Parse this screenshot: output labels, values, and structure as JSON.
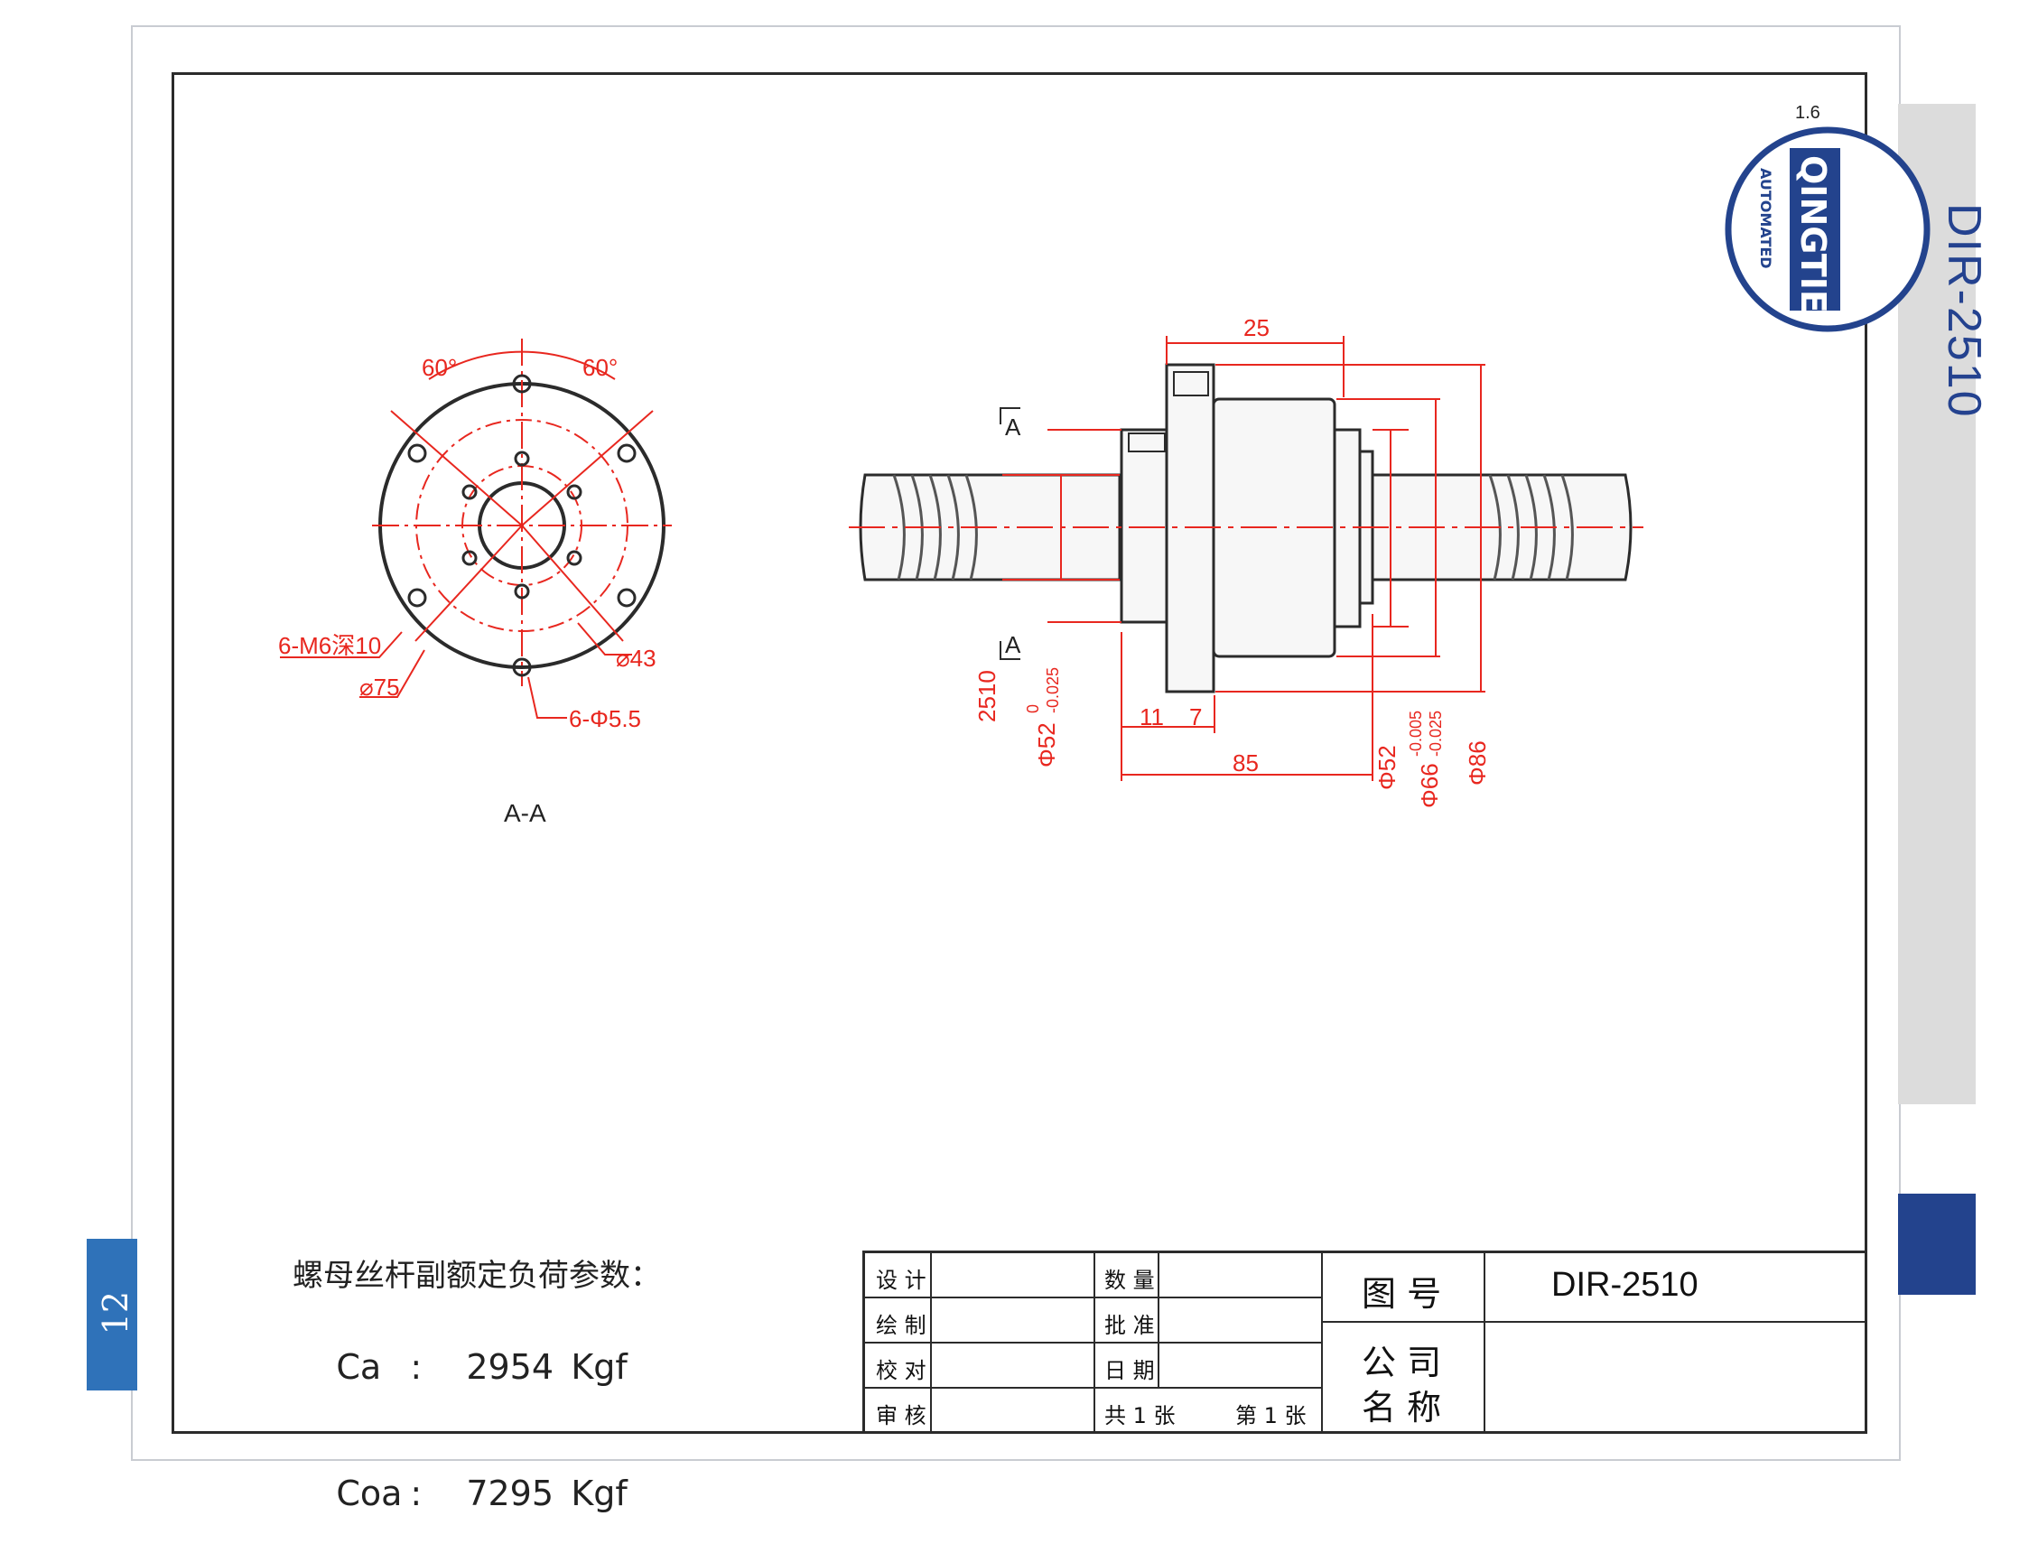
{
  "side_tab": {
    "title": "DIR-2510"
  },
  "page_number": "12",
  "logo": {
    "brand": "QINGTIE",
    "sub": "AUTOMATED"
  },
  "roughness_mark": "1.6",
  "section_view": {
    "caption": "A-A",
    "labels": {
      "angle_left": "60°",
      "angle_right": "60°",
      "tapped_holes": "6-M6深10",
      "pcd_outer": "⌀75",
      "pcd_inner": "⌀43",
      "through_holes": "6-Φ5.5"
    }
  },
  "side_view": {
    "section_marker": "A",
    "dims": {
      "flange_width": "25",
      "d_11": "11",
      "d_7": "7",
      "length": "85",
      "lead": "2510",
      "d_phi52_tol": "Φ52",
      "d_phi52_tol_upper": "0",
      "d_phi52_tol_lower": "-0.025",
      "d_phi52": "Φ52",
      "d_phi66": "Φ66",
      "d_phi66_upper": "-0.005",
      "d_phi66_lower": "-0.025",
      "d_phi86": "Φ86"
    }
  },
  "parameters": {
    "title": "螺母丝杆副额定负荷参数：",
    "rows": [
      {
        "name": "Ca",
        "sep": ":",
        "value": "2954",
        "unit": "Kgf"
      },
      {
        "name": "Coa",
        "sep": ":",
        "value": "7295",
        "unit": "Kgf"
      }
    ]
  },
  "title_block": {
    "design": "设 计",
    "draw": "绘 制",
    "check": "校 对",
    "review": "审 核",
    "quantity": "数 量",
    "approve": "批 准",
    "date": "日 期",
    "sheets_total": "共 1  张",
    "sheet_no": "第  1 张",
    "drawing_no_label": "图 号",
    "drawing_no": "DIR-2510",
    "company_label_1": "公 司",
    "company_label_2": "名 称"
  },
  "colors": {
    "dimension": "#e8271f",
    "outline": "#2b2b2b",
    "accent": "#23438d"
  }
}
